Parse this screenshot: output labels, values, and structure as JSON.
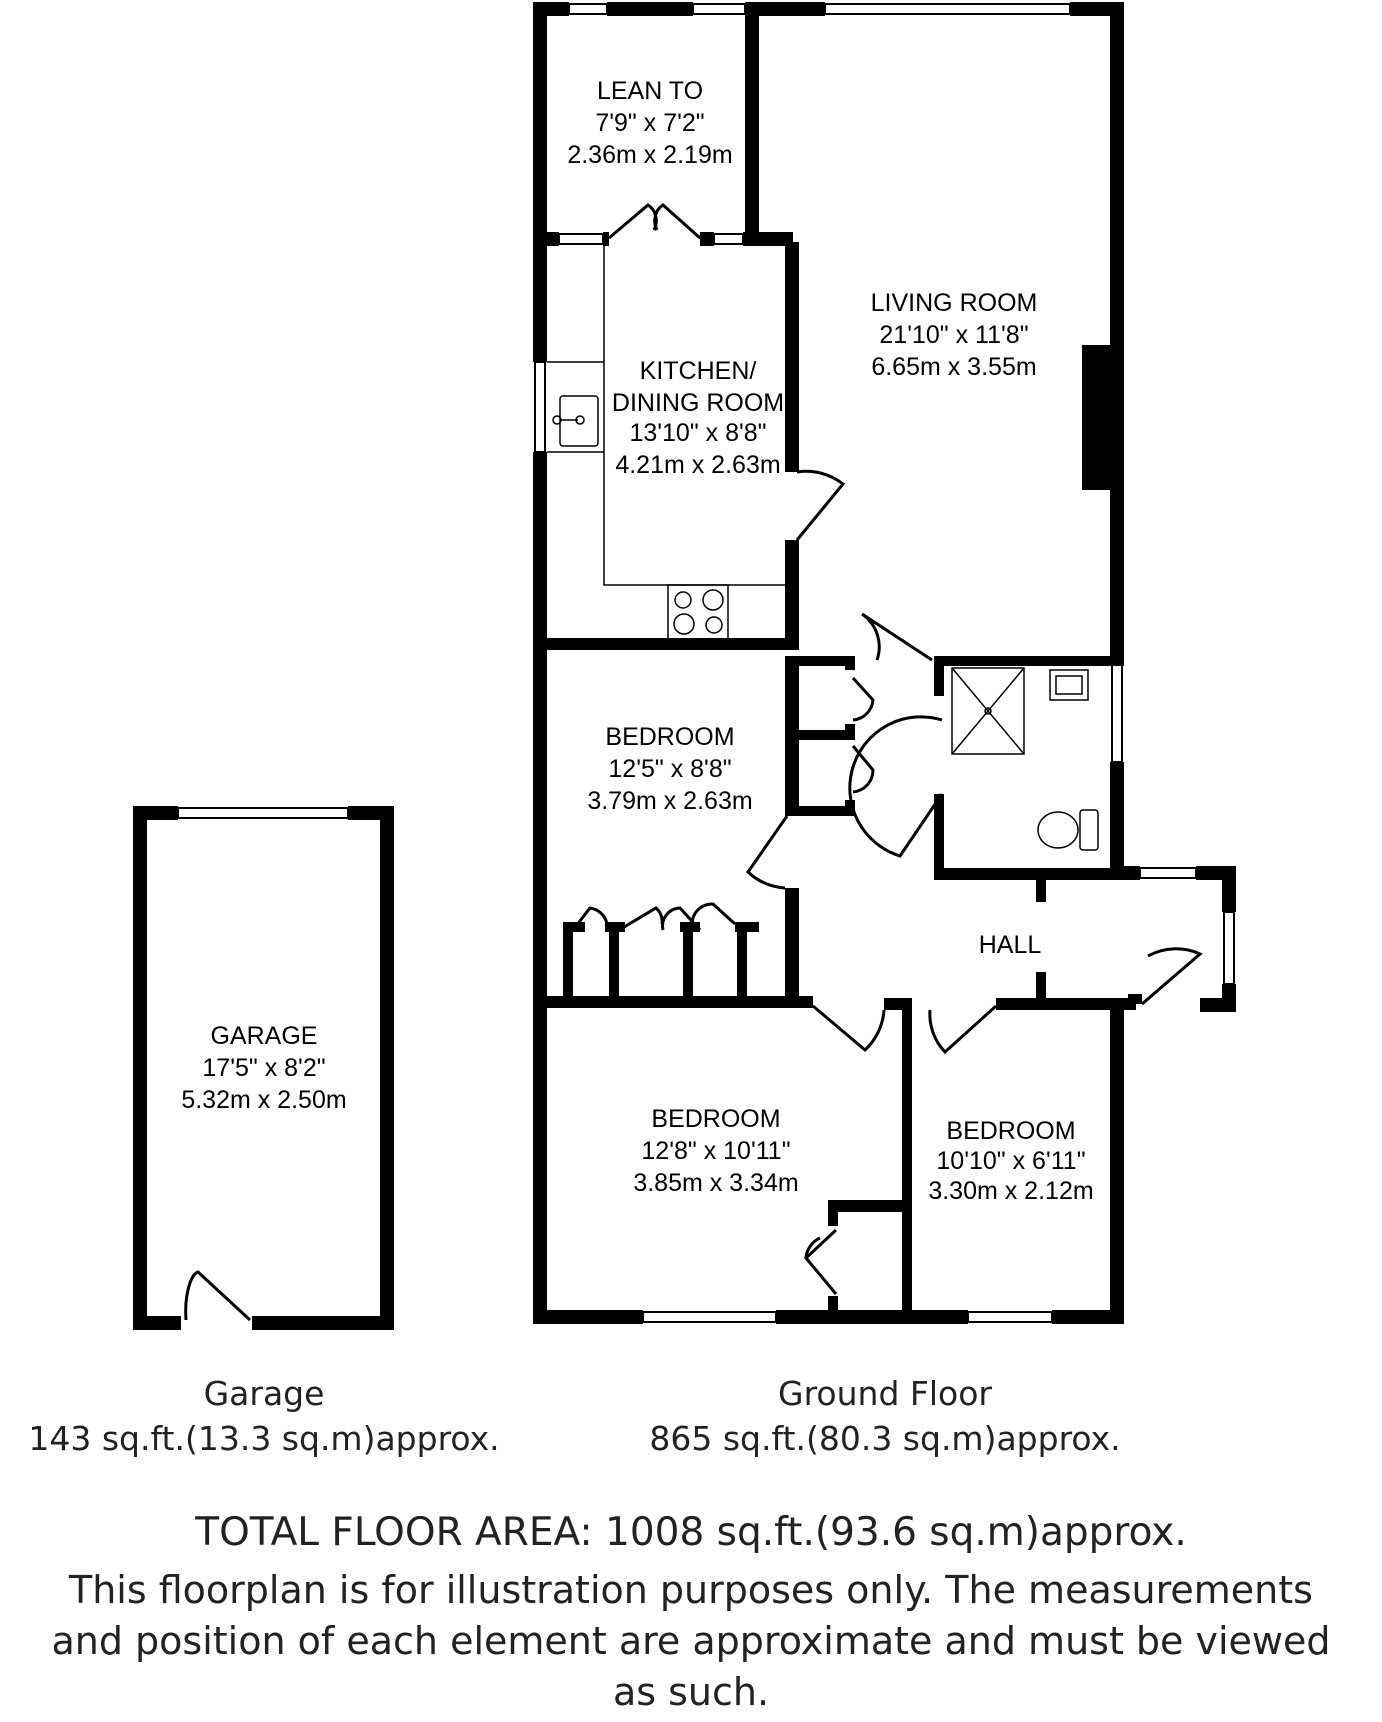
{
  "rooms": {
    "lean_to": {
      "name": "LEAN TO",
      "imperial": "7'9\" x 7'2\"",
      "metric": "2.36m x 2.19m"
    },
    "living_room": {
      "name": "LIVING ROOM",
      "imperial": "21'10\" x 11'8\"",
      "metric": "6.65m x 3.55m"
    },
    "kitchen": {
      "name_line1": "KITCHEN/",
      "name_line2": "DINING ROOM",
      "imperial": "13'10\" x 8'8\"",
      "metric": "4.21m x 2.63m"
    },
    "bedroom_1": {
      "name": "BEDROOM",
      "imperial": "12'5\" x 8'8\"",
      "metric": "3.79m x 2.63m"
    },
    "hall": {
      "name": "HALL"
    },
    "bedroom_2": {
      "name": "BEDROOM",
      "imperial": "12'8\" x 10'11\"",
      "metric": "3.85m x 3.34m"
    },
    "bedroom_3": {
      "name": "BEDROOM",
      "imperial": "10'10\" x 6'11\"",
      "metric": "3.30m x 2.12m"
    },
    "garage": {
      "name": "GARAGE",
      "imperial": "17'5\" x 8'2\"",
      "metric": "5.32m x 2.50m"
    }
  },
  "captions": {
    "garage": {
      "title": "Garage",
      "area": "143 sq.ft.(13.3 sq.m)approx."
    },
    "ground_floor": {
      "title": "Ground Floor",
      "area": "865 sq.ft.(80.3 sq.m)approx."
    }
  },
  "total_area": "TOTAL FLOOR AREA: 1008 sq.ft.(93.6 sq.m)approx.",
  "disclaimer": {
    "line1": "This floorplan is for illustration purposes only. The measurements",
    "line2": "and position of each element are approximate and must be viewed",
    "line3": "as such."
  },
  "colors": {
    "wall": "#000000",
    "background": "#ffffff",
    "text": "#222222"
  }
}
